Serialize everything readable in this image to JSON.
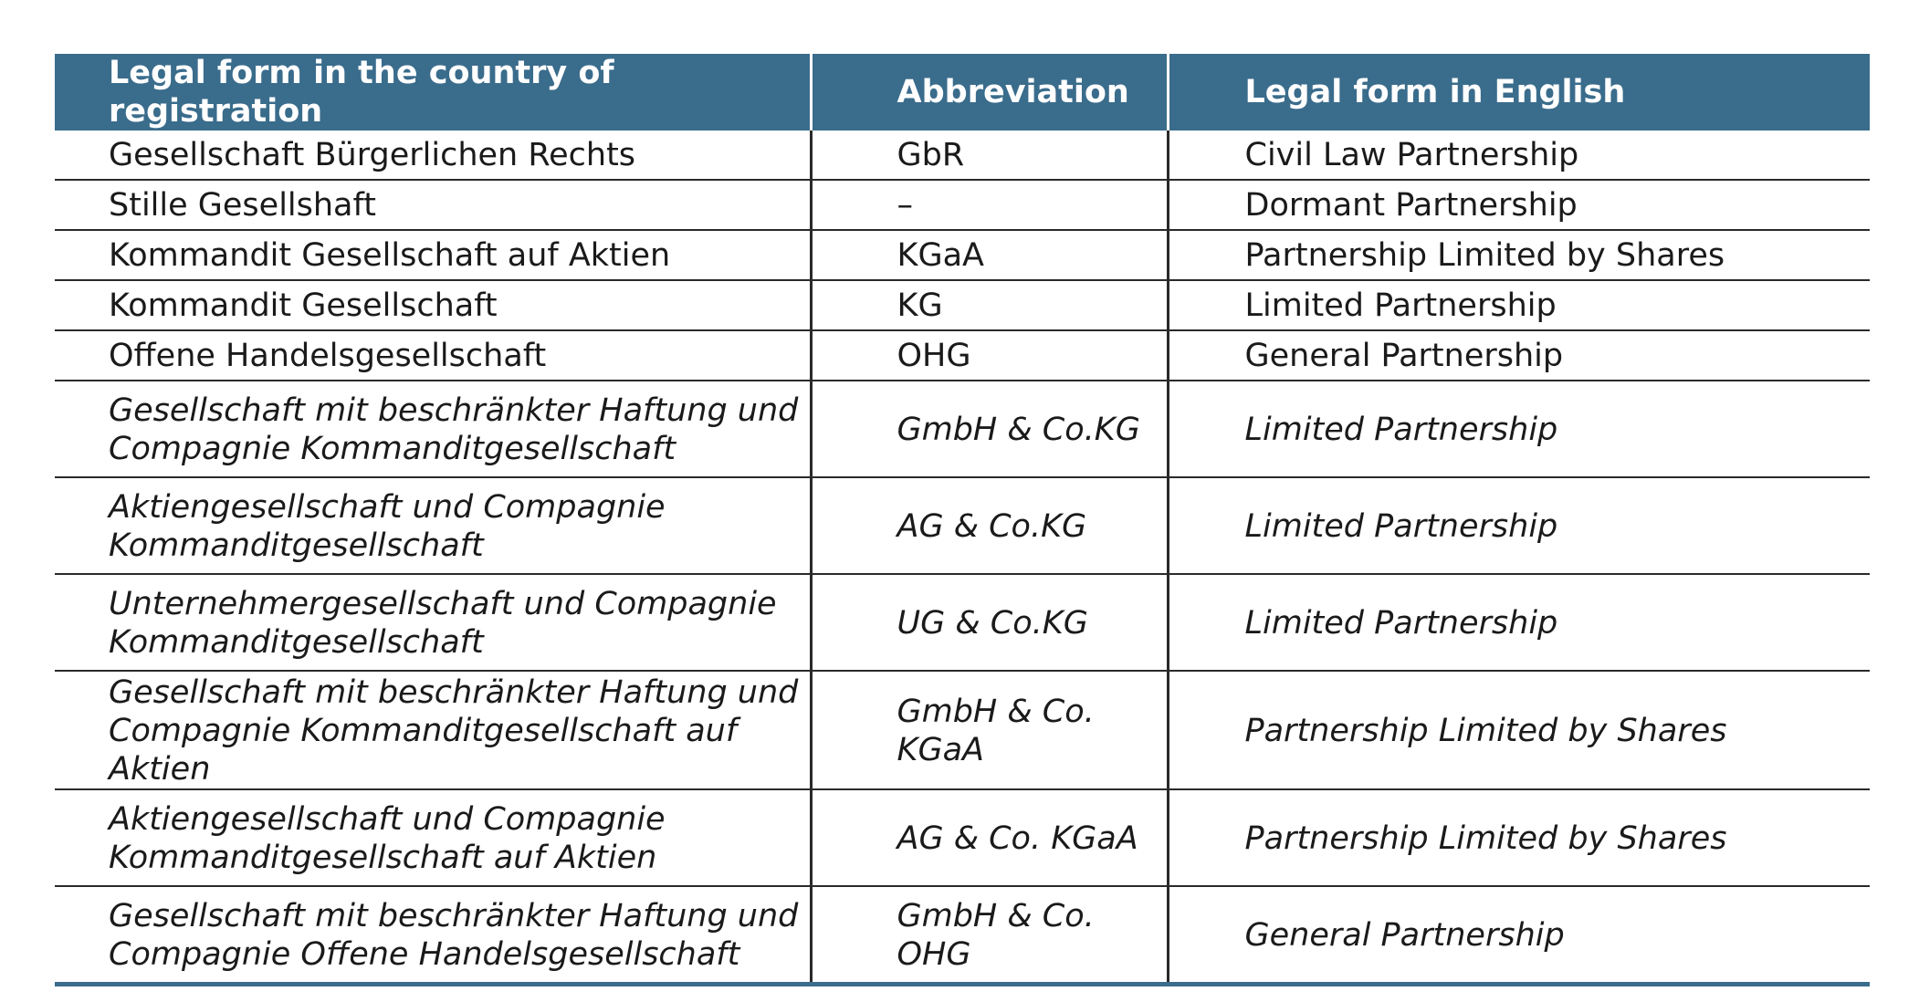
{
  "table": {
    "headers": [
      "Legal form in the country of registration",
      "Abbreviation",
      "Legal form in English"
    ],
    "rows": [
      {
        "legal_form": "Gesellschaft Bürgerlichen Rechts",
        "abbreviation": "GbR",
        "english": "Civil Law Partnership"
      },
      {
        "legal_form": "Stille Gesellshaft",
        "abbreviation": "–",
        "english": "Dormant Partnership"
      },
      {
        "legal_form": "Kommandit Gesellschaft auf Aktien",
        "abbreviation": "KGaA",
        "english": "Partnership Limited by Shares"
      },
      {
        "legal_form": "Kommandit Gesellschaft",
        "abbreviation": "KG",
        "english": "Limited Partnership"
      },
      {
        "legal_form": "Offene Handelsgesellschaft",
        "abbreviation": "OHG",
        "english": "General Partnership"
      },
      {
        "legal_form": "Gesellschaft mit beschränkter Haftung und Compagnie Kommanditgesellschaft",
        "abbreviation": "GmbH & Co.KG",
        "english": "Limited Partnership"
      },
      {
        "legal_form": "Aktiengesellschaft und Compagnie Kommanditgesellschaft",
        "abbreviation": "AG & Co.KG",
        "english": "Limited Partnership"
      },
      {
        "legal_form": "Unternehmergesellschaft und Compagnie Kommanditgesellschaft",
        "abbreviation": "UG & Co.KG",
        "english": "Limited Partnership"
      },
      {
        "legal_form": "Gesellschaft mit beschränkter Haftung und Compagnie Kommanditgesellschaft auf Aktien",
        "abbreviation": "GmbH & Co. KGaA",
        "english": "Partnership Limited by Shares"
      },
      {
        "legal_form": "Aktiengesellschaft und Compagnie Kommanditgesellschaft auf Aktien",
        "abbreviation": "AG & Co. KGaA",
        "english": "Partnership Limited by Shares"
      },
      {
        "legal_form": "Gesellschaft mit beschränkter Haftung und Compagnie Offene Handelsgesellschaft",
        "abbreviation": "GmbH & Co. OHG",
        "english": "General Partnership"
      }
    ]
  },
  "colors": {
    "header_bg": "#3a6c8c",
    "header_text": "#ffffff",
    "rule": "#2a2a2a"
  }
}
